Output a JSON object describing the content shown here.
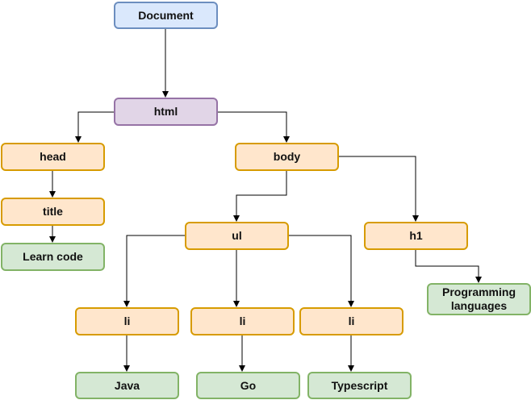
{
  "nodes": {
    "document": "Document",
    "html": "html",
    "head": "head",
    "title": "title",
    "learn_code": "Learn code",
    "body": "body",
    "ul": "ul",
    "h1": "h1",
    "programming_languages": "Programming languages",
    "li_1": "li",
    "li_2": "li",
    "li_3": "li",
    "java": "Java",
    "go": "Go",
    "typescript": "Typescript"
  },
  "colors": {
    "document_fill": "#dae8fc",
    "html_fill": "#e1d5e7",
    "element_fill": "#ffe6cc",
    "text_node_fill": "#d5e8d4"
  }
}
